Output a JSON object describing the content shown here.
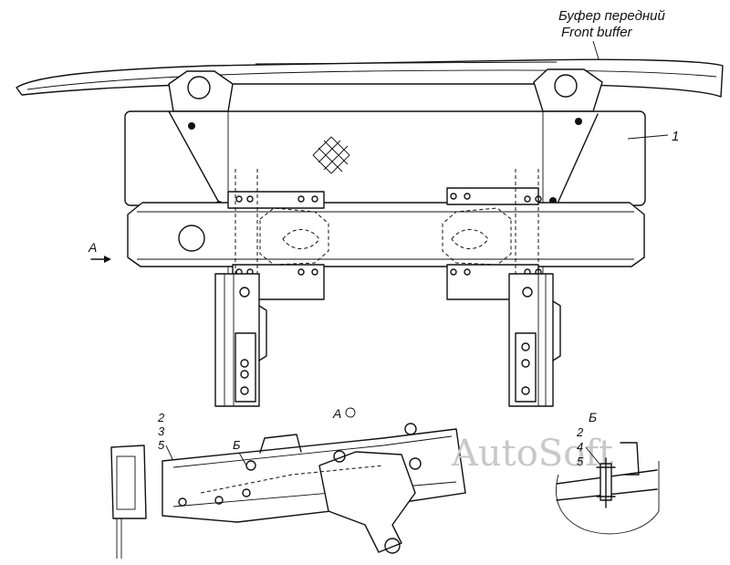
{
  "title_ru": "Буфер передний",
  "title_en": "Front buffer",
  "callouts": {
    "part1": "1",
    "arrow_a": "А",
    "view_a": "А",
    "view_b": "Б",
    "detail_b_marker": "Б",
    "left_labels": [
      "2",
      "3",
      "5"
    ],
    "right_labels": [
      "2",
      "4",
      "5"
    ]
  },
  "watermark": "AutoSoft"
}
